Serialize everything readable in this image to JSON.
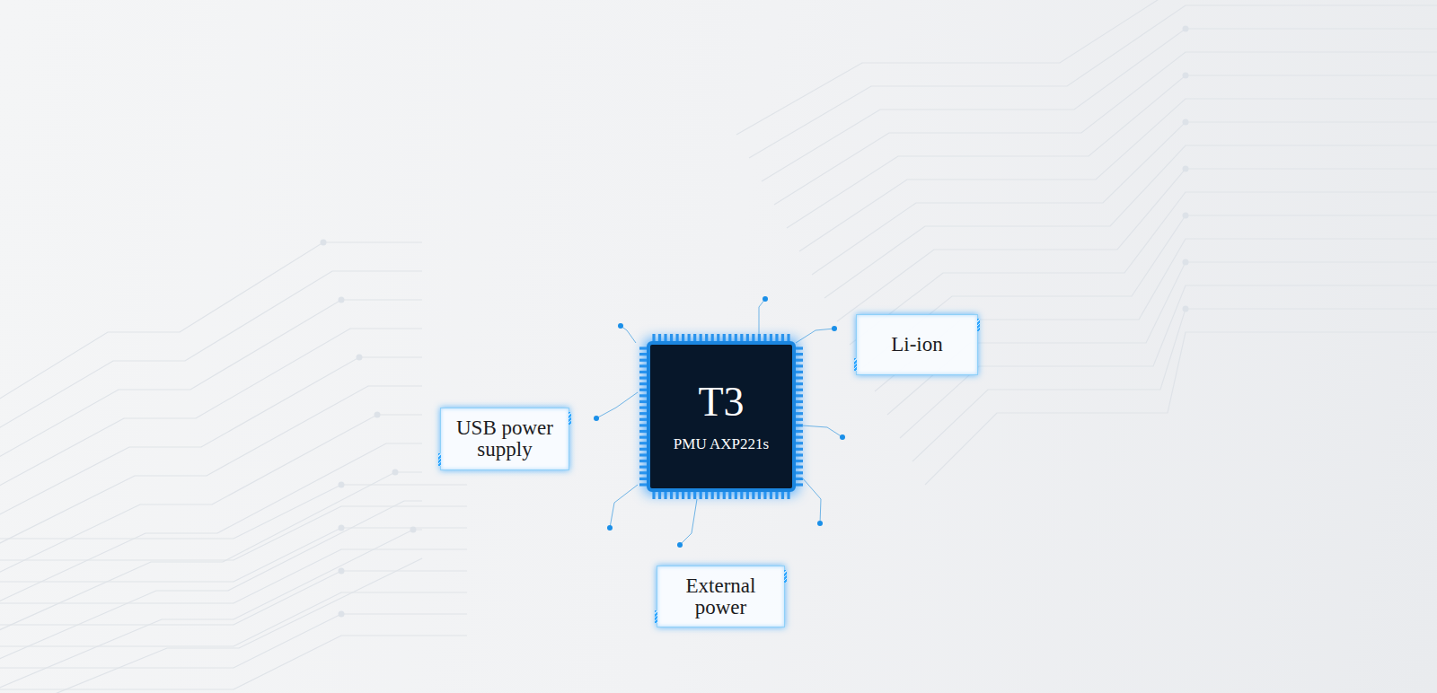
{
  "diagram": {
    "nodes": [
      {
        "text": [
          "Li-ion"
        ]
      },
      {
        "text": [
          "T3",
          "PMU AXP221s"
        ]
      },
      {
        "text": [
          "USB power supply"
        ]
      },
      {
        "text": [
          "External power"
        ]
      }
    ]
  }
}
